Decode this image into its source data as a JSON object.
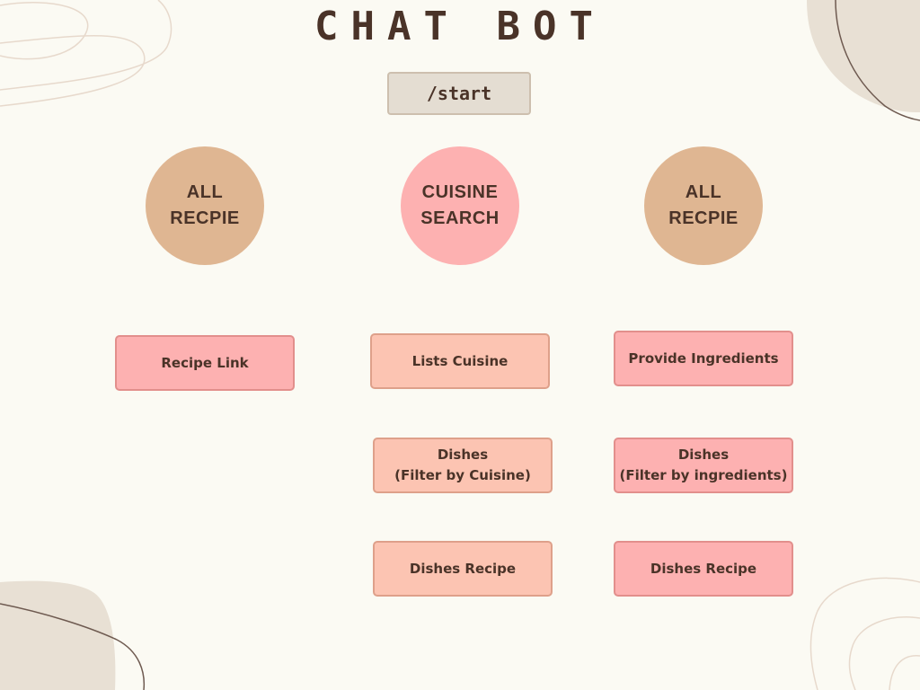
{
  "title": "CHAT BOT",
  "start": {
    "label": "/start"
  },
  "columns": [
    {
      "header": "ALL\nRECPIE",
      "color": "#dfb692",
      "steps": [
        "Recipe Link"
      ]
    },
    {
      "header": "CUISINE\nSEARCH",
      "color": "#fdb1b1",
      "steps": [
        "Lists Cuisine",
        "Dishes\n(Filter by Cuisine)",
        "Dishes Recipe"
      ]
    },
    {
      "header": "ALL\nRECPIE",
      "color": "#dfb692",
      "steps": [
        "Provide Ingredients",
        "Dishes\n(Filter by ingredients)",
        "Dishes Recipe"
      ]
    }
  ],
  "colors": {
    "background": "#fbfaf3",
    "text": "#4a3328",
    "pink_box": "#fdb1b1",
    "peach_box": "#fcc4b2",
    "tan_circle": "#dfb692",
    "start_box": "#e4ddd2",
    "decor_shape": "#e8e0d4"
  }
}
